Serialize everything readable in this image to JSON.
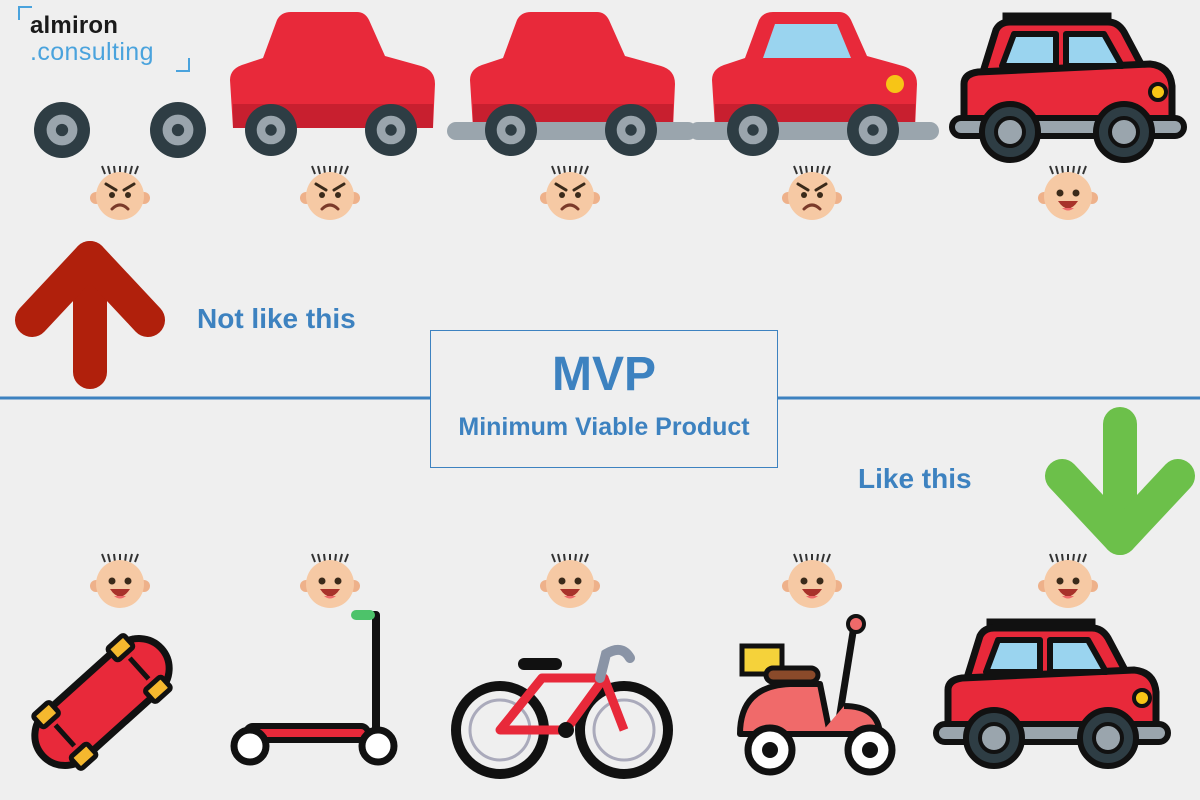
{
  "brand": {
    "line1": "almiron",
    "line2": ".consulting"
  },
  "top_label": "Not like this",
  "bottom_label": "Like this",
  "center": {
    "title": "MVP",
    "subtitle": "Minimum Viable Product"
  },
  "colors": {
    "background": "#efefef",
    "accent_blue": "#3d82c0",
    "arrow_up": "#b0200c",
    "arrow_down": "#6cc04a",
    "vehicle_red": "#e8293a",
    "wheel_dark": "#2e3d44",
    "face": "#f6c9a4"
  },
  "top_sequence": [
    {
      "stage": "wheels",
      "icon": "wheels-icon",
      "mood": "angry"
    },
    {
      "stage": "car body",
      "icon": "car-body-icon",
      "mood": "angry"
    },
    {
      "stage": "car body with axles",
      "icon": "car-body-axles-icon",
      "mood": "angry"
    },
    {
      "stage": "car with window",
      "icon": "car-window-icon",
      "mood": "angry"
    },
    {
      "stage": "finished car",
      "icon": "car-icon",
      "mood": "happy"
    }
  ],
  "bottom_sequence": [
    {
      "stage": "skateboard",
      "icon": "skateboard-icon",
      "mood": "happy"
    },
    {
      "stage": "scooter",
      "icon": "kick-scooter-icon",
      "mood": "happy"
    },
    {
      "stage": "bicycle",
      "icon": "bicycle-icon",
      "mood": "happy"
    },
    {
      "stage": "motor scooter",
      "icon": "motor-scooter-icon",
      "mood": "happy"
    },
    {
      "stage": "car",
      "icon": "car-icon",
      "mood": "happy"
    }
  ]
}
